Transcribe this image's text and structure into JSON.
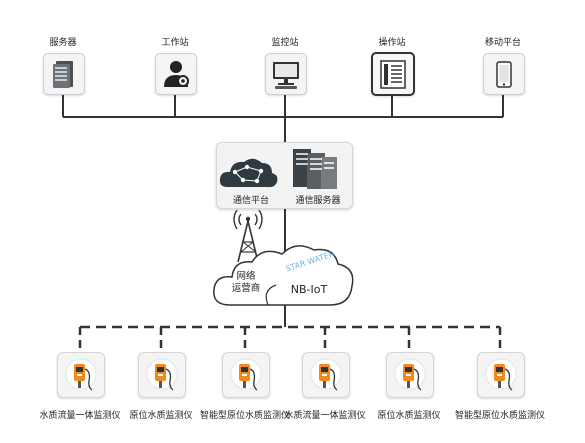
{
  "top_nodes": [
    {
      "label": "服务器",
      "icon": "server-icon"
    },
    {
      "label": "工作站",
      "icon": "workstation-user-icon"
    },
    {
      "label": "监控站",
      "icon": "monitor-computer-icon"
    },
    {
      "label": "操作站",
      "icon": "operator-panel-icon"
    },
    {
      "label": "移动平台",
      "icon": "mobile-phone-icon"
    }
  ],
  "hub": {
    "platform_label": "通信平台",
    "server_label": "通信服务器"
  },
  "network": {
    "operator_label_line1": "网络",
    "operator_label_line2": "运营商",
    "nbiot_label": "NB-IoT",
    "watermark": "STAR WATER"
  },
  "devices": [
    {
      "label": "水质流量一体监测仪",
      "icon": "monitor-device-icon"
    },
    {
      "label": "原位水质监测仪",
      "icon": "monitor-device-icon"
    },
    {
      "label": "智能型原位水质监测仪",
      "icon": "monitor-device-icon"
    },
    {
      "label": "水质流量一体监测仪",
      "icon": "monitor-device-icon"
    },
    {
      "label": "原位水质监测仪",
      "icon": "monitor-device-icon"
    },
    {
      "label": "智能型原位水质监测仪",
      "icon": "monitor-device-icon"
    }
  ],
  "colors": {
    "line": "#333333",
    "device_orange": "#f08a1c",
    "cloud_fill": "#ffffff",
    "platform_cloud": "#2f3a40",
    "watermark": "#4aa3e0"
  }
}
